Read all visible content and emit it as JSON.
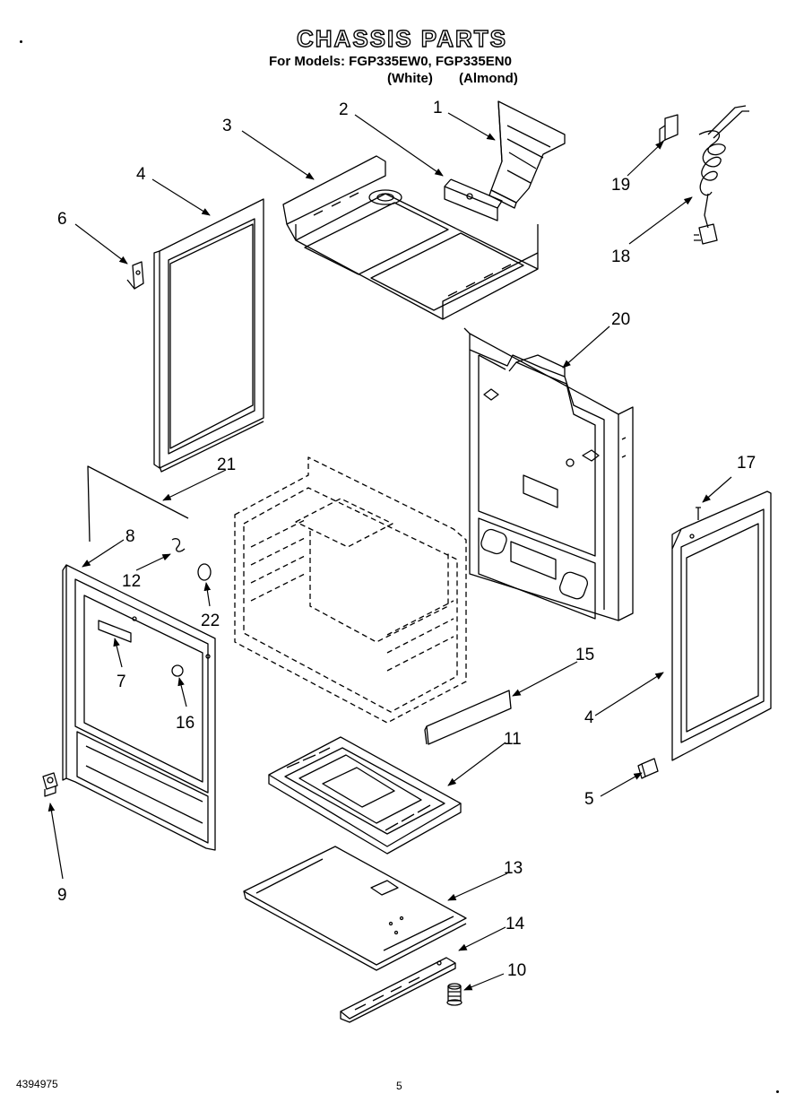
{
  "header": {
    "title": "CHASSIS PARTS",
    "subtitle": "For Models: FGP335EW0, FGP335EN0",
    "variant_white": "(White)",
    "variant_almond": "(Almond)"
  },
  "callouts": [
    {
      "id": "c1",
      "label": "1"
    },
    {
      "id": "c2",
      "label": "2"
    },
    {
      "id": "c3",
      "label": "3"
    },
    {
      "id": "c4a",
      "label": "4"
    },
    {
      "id": "c4b",
      "label": "4"
    },
    {
      "id": "c5",
      "label": "5"
    },
    {
      "id": "c6",
      "label": "6"
    },
    {
      "id": "c7",
      "label": "7"
    },
    {
      "id": "c8",
      "label": "8"
    },
    {
      "id": "c9",
      "label": "9"
    },
    {
      "id": "c10",
      "label": "10"
    },
    {
      "id": "c11",
      "label": "11"
    },
    {
      "id": "c12",
      "label": "12"
    },
    {
      "id": "c13",
      "label": "13"
    },
    {
      "id": "c14",
      "label": "14"
    },
    {
      "id": "c15",
      "label": "15"
    },
    {
      "id": "c16",
      "label": "16"
    },
    {
      "id": "c17",
      "label": "17"
    },
    {
      "id": "c18",
      "label": "18"
    },
    {
      "id": "c19",
      "label": "19"
    },
    {
      "id": "c20",
      "label": "20"
    },
    {
      "id": "c21",
      "label": "21"
    },
    {
      "id": "c22",
      "label": "22"
    }
  ],
  "footer": {
    "doc_number": "4394975",
    "page_number": "5"
  }
}
